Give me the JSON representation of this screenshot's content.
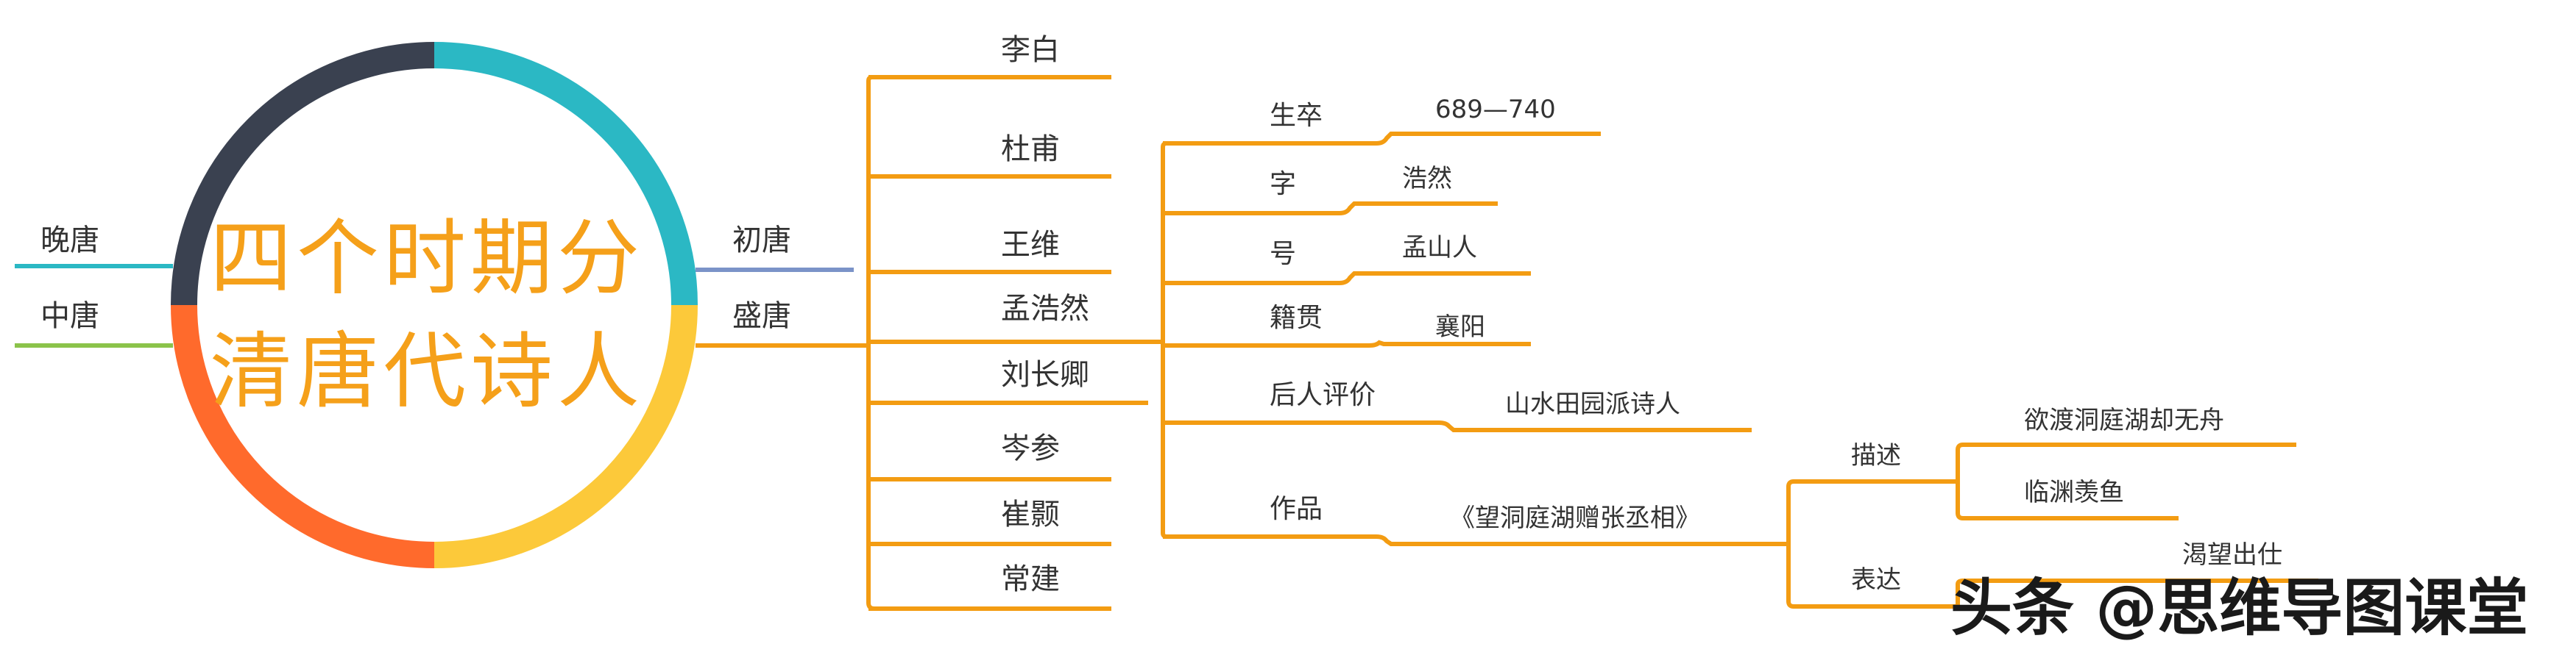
{
  "center": {
    "line1": "四个时期分",
    "line2": "清唐代诗人"
  },
  "periods": {
    "wan": "晚唐",
    "zhong": "中唐",
    "chu": "初唐",
    "sheng": "盛唐"
  },
  "poets": [
    "李白",
    "杜甫",
    "王维",
    "孟浩然",
    "刘长卿",
    "岑参",
    "崔颢",
    "常建"
  ],
  "meng": {
    "attrs": [
      "生卒",
      "字",
      "号",
      "籍贯",
      "后人评价",
      "作品"
    ],
    "values": [
      "689—740",
      "浩然",
      "孟山人",
      "襄阳",
      "山水田园派诗人",
      "《望洞庭湖赠张丞相》"
    ]
  },
  "work": {
    "branches": [
      "描述",
      "表达"
    ],
    "describe": [
      "欲渡洞庭湖却无舟",
      "临渊羡鱼"
    ],
    "express": [
      "渴望出仕"
    ]
  },
  "watermark": {
    "text": "头条 @思维导图课堂"
  },
  "colors": {
    "orange": "#f39c12",
    "teal": "#2bb8c4",
    "navy": "#3a4150",
    "yellow": "#fcc93a",
    "red": "#ff6a2c",
    "green": "#8bc34a",
    "blue": "#7b93c8"
  }
}
